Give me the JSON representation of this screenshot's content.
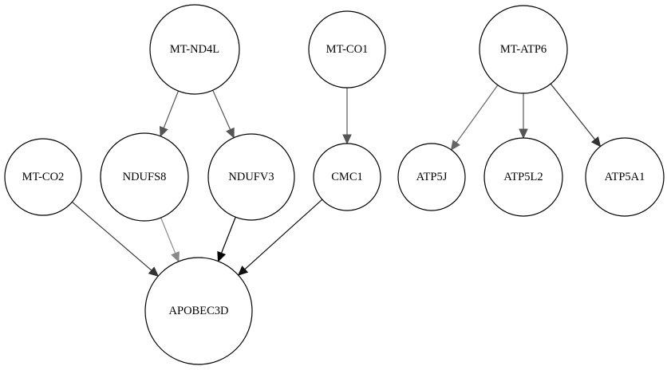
{
  "nodes": [
    {
      "id": "mt-nd4l",
      "label": "MT-ND4L"
    },
    {
      "id": "mt-co1",
      "label": "MT-CO1"
    },
    {
      "id": "mt-atp6",
      "label": "MT-ATP6"
    },
    {
      "id": "mt-co2",
      "label": "MT-CO2"
    },
    {
      "id": "ndufs8",
      "label": "NDUFS8"
    },
    {
      "id": "ndufv3",
      "label": "NDUFV3"
    },
    {
      "id": "cmc1",
      "label": "CMC1"
    },
    {
      "id": "atp5j",
      "label": "ATP5J"
    },
    {
      "id": "atp5l2",
      "label": "ATP5L2"
    },
    {
      "id": "atp5a1",
      "label": "ATP5A1"
    },
    {
      "id": "apobec3d",
      "label": "APOBEC3D"
    }
  ],
  "edges": [
    {
      "from": "mt-nd4l",
      "to": "ndufs8",
      "color": "#555555"
    },
    {
      "from": "mt-nd4l",
      "to": "ndufv3",
      "color": "#555555"
    },
    {
      "from": "mt-co1",
      "to": "cmc1",
      "color": "#555555"
    },
    {
      "from": "mt-atp6",
      "to": "atp5j",
      "color": "#666666"
    },
    {
      "from": "mt-atp6",
      "to": "atp5l2",
      "color": "#555555"
    },
    {
      "from": "mt-atp6",
      "to": "atp5a1",
      "color": "#333333"
    },
    {
      "from": "mt-co2",
      "to": "apobec3d",
      "color": "#333333"
    },
    {
      "from": "ndufs8",
      "to": "apobec3d",
      "color": "#888888"
    },
    {
      "from": "ndufv3",
      "to": "apobec3d",
      "color": "#000000"
    },
    {
      "from": "cmc1",
      "to": "apobec3d",
      "color": "#111111"
    }
  ]
}
